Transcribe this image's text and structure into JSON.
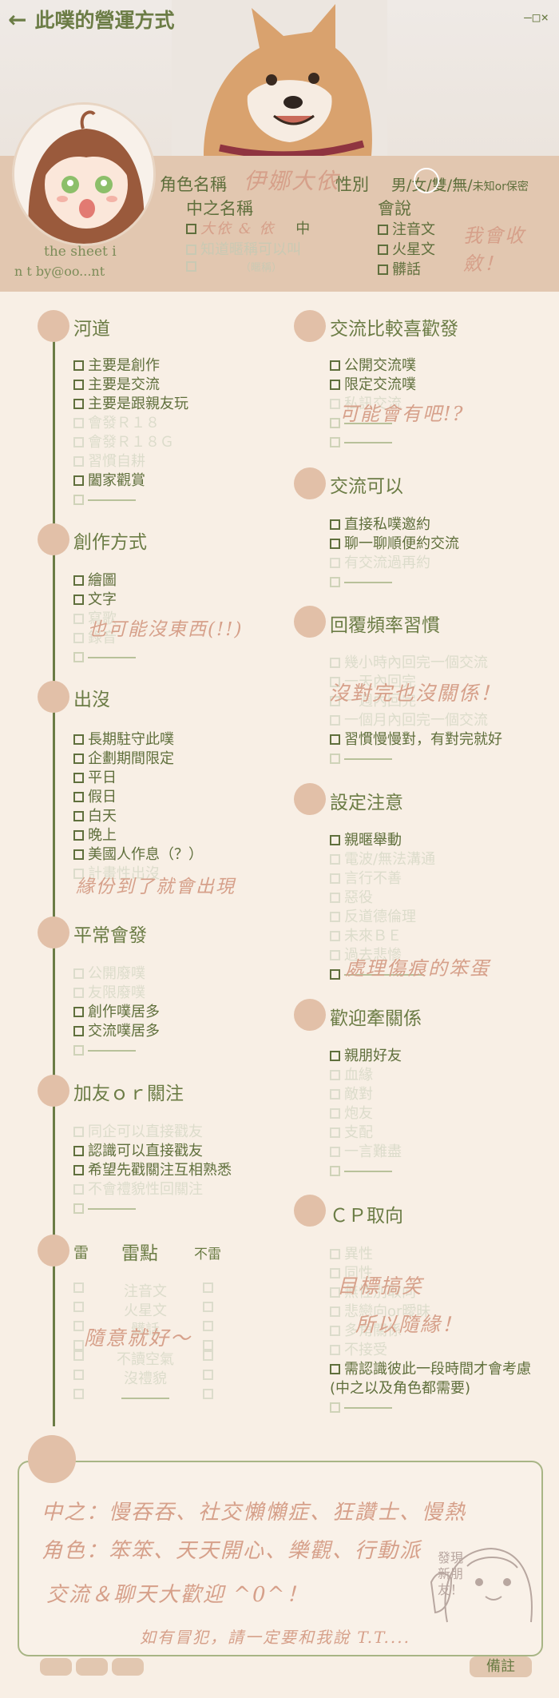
{
  "header": {
    "title": "此噗的營運方式",
    "window_controls": "—□×",
    "credit_line1": "the sheet i",
    "credit_line2": "n t   by@oo...nt"
  },
  "profile": {
    "role_label": "角色名稱",
    "role_value": "伊娜大依",
    "gender_label": "性別",
    "gender_options": "男/女/雙/無/",
    "gender_other": "未知or保密",
    "zhong_label": "中之名稱",
    "zhong_items": [
      {
        "value": "大依 & 依",
        "suffix": "中"
      },
      {
        "value": "知道暱稱可以叫",
        "suffix": ""
      },
      {
        "value": "（暱稱）",
        "suffix": ""
      }
    ],
    "speak_label": "會說",
    "speak_items": [
      "注音文",
      "火星文",
      "髒話"
    ],
    "speak_note": "我會收斂！"
  },
  "left_sections": [
    {
      "title": "河道",
      "items": [
        {
          "t": "主要是創作",
          "on": true
        },
        {
          "t": "主要是交流",
          "on": true
        },
        {
          "t": "主要是跟親友玩",
          "on": true
        },
        {
          "t": "會發Ｒ１８",
          "on": false
        },
        {
          "t": "會發Ｒ１８Ｇ",
          "on": false
        },
        {
          "t": "習慣自耕",
          "on": false
        },
        {
          "t": "闔家觀賞",
          "on": true
        }
      ]
    },
    {
      "title": "創作方式",
      "items": [
        {
          "t": "繪圖",
          "on": true
        },
        {
          "t": "文字",
          "on": true
        },
        {
          "t": "寫歌",
          "on": false
        },
        {
          "t": "錄音",
          "on": false
        }
      ],
      "note": "也可能沒東西(!!)"
    },
    {
      "title": "出沒",
      "items": [
        {
          "t": "長期駐守此噗",
          "on": true
        },
        {
          "t": "企劃期間限定",
          "on": true
        },
        {
          "t": "平日",
          "on": true
        },
        {
          "t": "假日",
          "on": true
        },
        {
          "t": "白天",
          "on": true
        },
        {
          "t": "晚上",
          "on": true
        },
        {
          "t": "美國人作息（？）",
          "on": true
        },
        {
          "t": "計畫性出沒",
          "on": false
        }
      ],
      "note": "緣份到了就會出現"
    },
    {
      "title": "平常會發",
      "items": [
        {
          "t": "公開廢噗",
          "on": false
        },
        {
          "t": "友限廢噗",
          "on": false
        },
        {
          "t": "創作噗居多",
          "on": true
        },
        {
          "t": "交流噗居多",
          "on": true
        }
      ]
    },
    {
      "title": "加友ｏｒ關注",
      "items": [
        {
          "t": "同企可以直接戳友",
          "on": false
        },
        {
          "t": "認識可以直接戳友",
          "on": true
        },
        {
          "t": "希望先戳關注互相熟悉",
          "on": true
        },
        {
          "t": "不會禮貌性回關注",
          "on": false
        }
      ]
    }
  ],
  "lei_section": {
    "title_left": "雷",
    "title_mid": "雷點",
    "title_right": "不雷",
    "items": [
      "注音文",
      "火星文",
      "髒話",
      "",
      "不讀空氣",
      "沒禮貌"
    ],
    "note": "隨意就好～"
  },
  "right_sections": [
    {
      "title": "交流比較喜歡發",
      "items": [
        {
          "t": "公開交流噗",
          "on": true
        },
        {
          "t": "限定交流噗",
          "on": true
        },
        {
          "t": "私訊交流",
          "on": false
        }
      ],
      "note": "可能會有吧!?"
    },
    {
      "title": "交流可以",
      "items": [
        {
          "t": "直接私噗邀約",
          "on": true
        },
        {
          "t": "聊一聊順便約交流",
          "on": true
        },
        {
          "t": "有交流過再約",
          "on": false
        }
      ]
    },
    {
      "title": "回覆頻率習慣",
      "items": [
        {
          "t": "幾小時內回完一個交流",
          "on": false
        },
        {
          "t": "一天內回完",
          "on": false
        },
        {
          "t": "一週內回完",
          "on": false
        },
        {
          "t": "一個月內回完一個交流",
          "on": false
        },
        {
          "t": "習慣慢慢對，有對完就好",
          "on": true
        }
      ],
      "note": "沒對完也沒關係！"
    },
    {
      "title": "設定注意",
      "items": [
        {
          "t": "親暱舉動",
          "on": true
        },
        {
          "t": "電波/無法溝通",
          "on": false
        },
        {
          "t": "言行不善",
          "on": false
        },
        {
          "t": "惡役",
          "on": false
        },
        {
          "t": "反道德倫理",
          "on": false
        },
        {
          "t": "未來ＢＥ",
          "on": false
        },
        {
          "t": "過去悲慘",
          "on": false
        },
        {
          "t": "",
          "on": true
        }
      ],
      "note": "處理傷痕的笨蛋"
    },
    {
      "title": "歡迎牽關係",
      "items": [
        {
          "t": "親朋好友",
          "on": true
        },
        {
          "t": "血緣",
          "on": false
        },
        {
          "t": "敵對",
          "on": false
        },
        {
          "t": "炮友",
          "on": false
        },
        {
          "t": "支配",
          "on": false
        },
        {
          "t": "一言難盡",
          "on": false
        }
      ]
    },
    {
      "title": "ＣＰ取向",
      "items": [
        {
          "t": "異性",
          "on": false
        },
        {
          "t": "同性",
          "on": false
        },
        {
          "t": "無性別取向",
          "on": false
        },
        {
          "t": "悲戀向or曖昧",
          "on": false
        },
        {
          "t": "多角關係",
          "on": false
        },
        {
          "t": "不接受",
          "on": false
        },
        {
          "t": "需認識彼此一段時間才會考慮",
          "on": true
        }
      ],
      "extra": "(中之以及角色都需要)",
      "note1": "目標搞笑",
      "note2": "所以隨緣！"
    }
  ],
  "notes": {
    "line1": "中之：慢吞吞、社交懶懶症、狂讚士、慢熱",
    "line2": "角色：笨笨、天天開心、樂觀、行動派",
    "line3": "交流＆聊天大歡迎 ^0^！",
    "line4": "如有冒犯，請一定要和我說 T.T....",
    "mini_text": "發現新朋友！",
    "button": "備註"
  }
}
